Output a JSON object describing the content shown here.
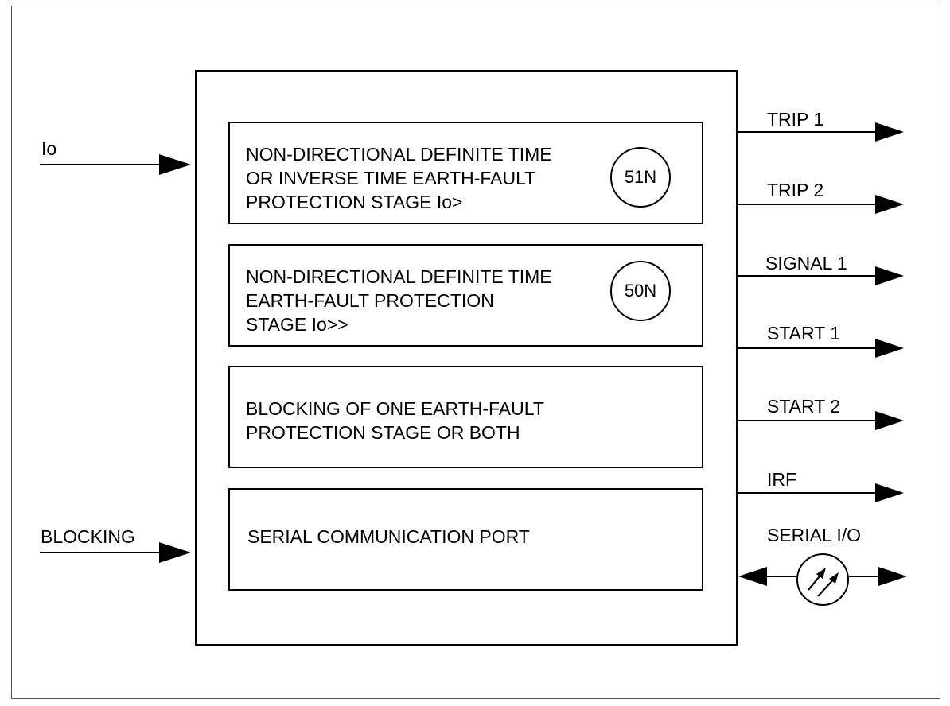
{
  "inputs": {
    "io_label": "Io",
    "blocking_label": "BLOCKING"
  },
  "stages": [
    {
      "text": "NON-DIRECTIONAL DEFINITE TIME\nOR INVERSE TIME EARTH-FAULT\nPROTECTION STAGE Io>",
      "code": "51N"
    },
    {
      "text": "NON-DIRECTIONAL DEFINITE TIME\nEARTH-FAULT PROTECTION\nSTAGE Io>>",
      "code": "50N"
    },
    {
      "text": "BLOCKING OF ONE EARTH-FAULT\nPROTECTION STAGE OR BOTH"
    },
    {
      "text": "SERIAL COMMUNICATION PORT"
    }
  ],
  "outputs": [
    {
      "label": "TRIP 1"
    },
    {
      "label": "TRIP 2"
    },
    {
      "label": "SIGNAL 1"
    },
    {
      "label": "START 1"
    },
    {
      "label": "START 2"
    },
    {
      "label": "IRF"
    },
    {
      "label": "SERIAL I/O"
    }
  ]
}
